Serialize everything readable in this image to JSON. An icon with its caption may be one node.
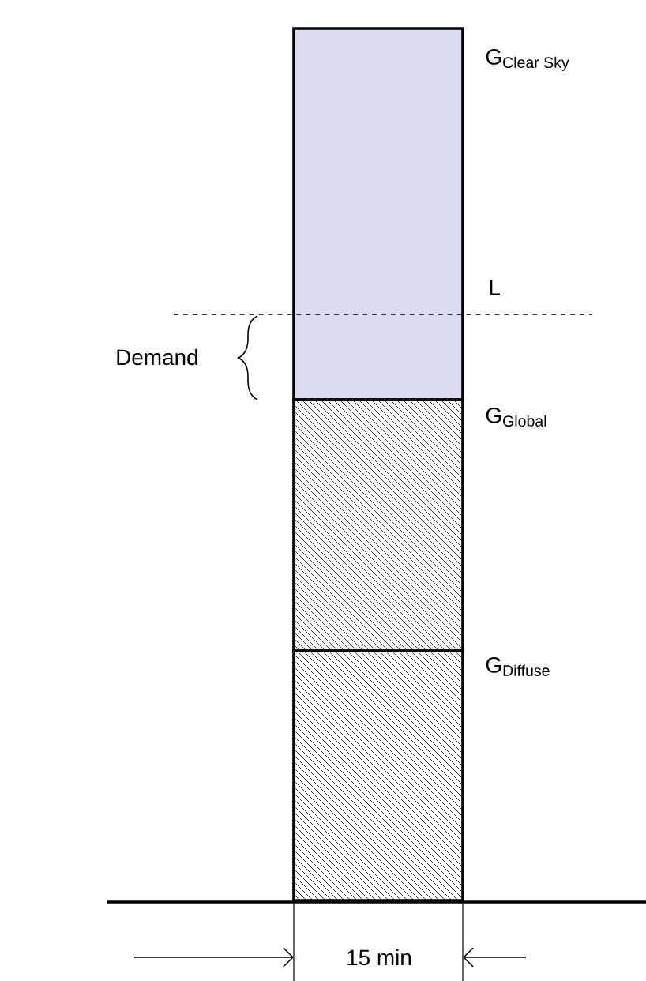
{
  "diagram": {
    "nodes": [
      {
        "text": [],
        "shape": "box"
      },
      {
        "text": [],
        "shape": "box"
      },
      {
        "text": [],
        "shape": "box"
      }
    ],
    "labels": [
      "\\text{G}_{\\text{Clear Sky}}",
      "L",
      "Demand",
      "\\text{G}_{\\text{Global}}",
      "\\text{G}_{\\text{Diffuse}}",
      "15 min"
    ]
  }
}
